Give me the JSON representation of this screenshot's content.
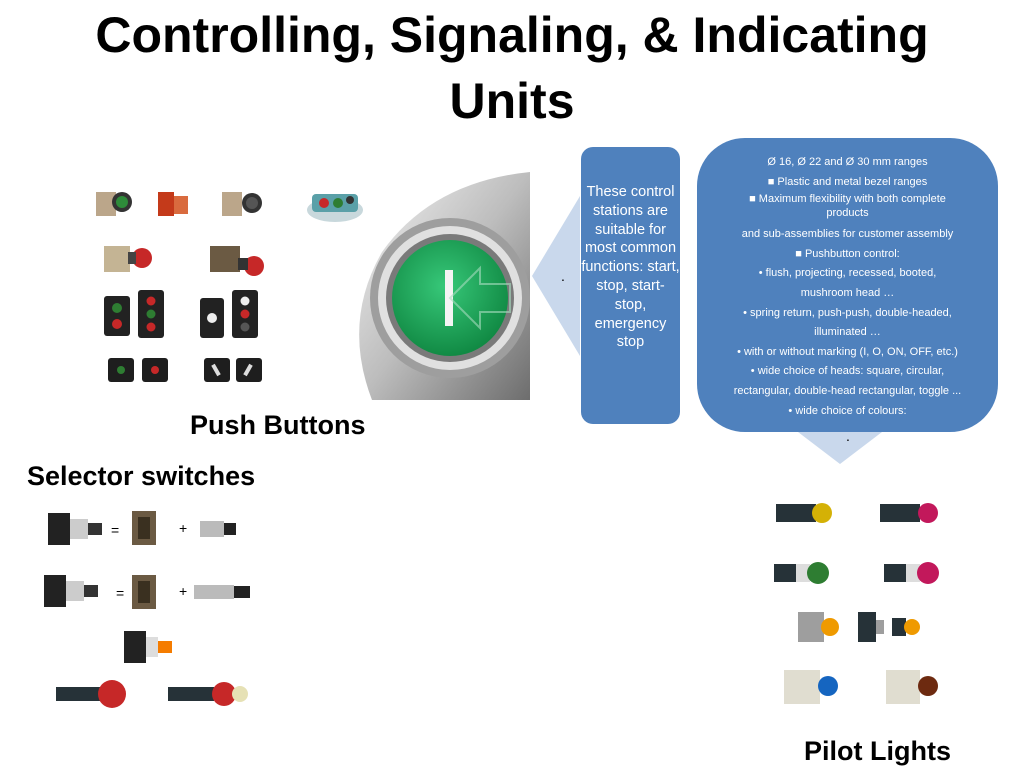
{
  "slide": {
    "title": "Controlling, Signaling, & Indicating Units",
    "labels": {
      "push_buttons": "Push Buttons",
      "selector_switches": "Selector switches",
      "pilot_lights": "Pilot Lights"
    },
    "middle_box": {
      "text": "These control stations are suitable for most common functions: start, stop, start-stop, emergency stop"
    },
    "right_box": {
      "lines": [
        "Ø 16, Ø 22 and Ø 30 mm ranges",
        "■ Plastic and metal bezel ranges",
        "■ Maximum flexibility with both complete products",
        "and sub-assemblies for customer assembly",
        "■ Pushbutton control:",
        "• flush, projecting, recessed, booted,",
        "mushroom head …",
        "• spring return, push-push, double-headed,",
        "illuminated …",
        "• with or without marking (I, O, ON, OFF, etc.)",
        "• wide choice of heads: square, circular,",
        "rectangular, double-head rectangular, toggle ...",
        "• wide choice of colours:"
      ]
    },
    "arrow_dots": [
      ".",
      "."
    ],
    "big_button_marking": "I",
    "selector_operators": [
      "=",
      "+",
      "=",
      "+"
    ],
    "colors": {
      "box_blue": "#4f81bd",
      "arrow_light_blue": "#c9d8ec",
      "button_green": "#2bb561"
    }
  }
}
